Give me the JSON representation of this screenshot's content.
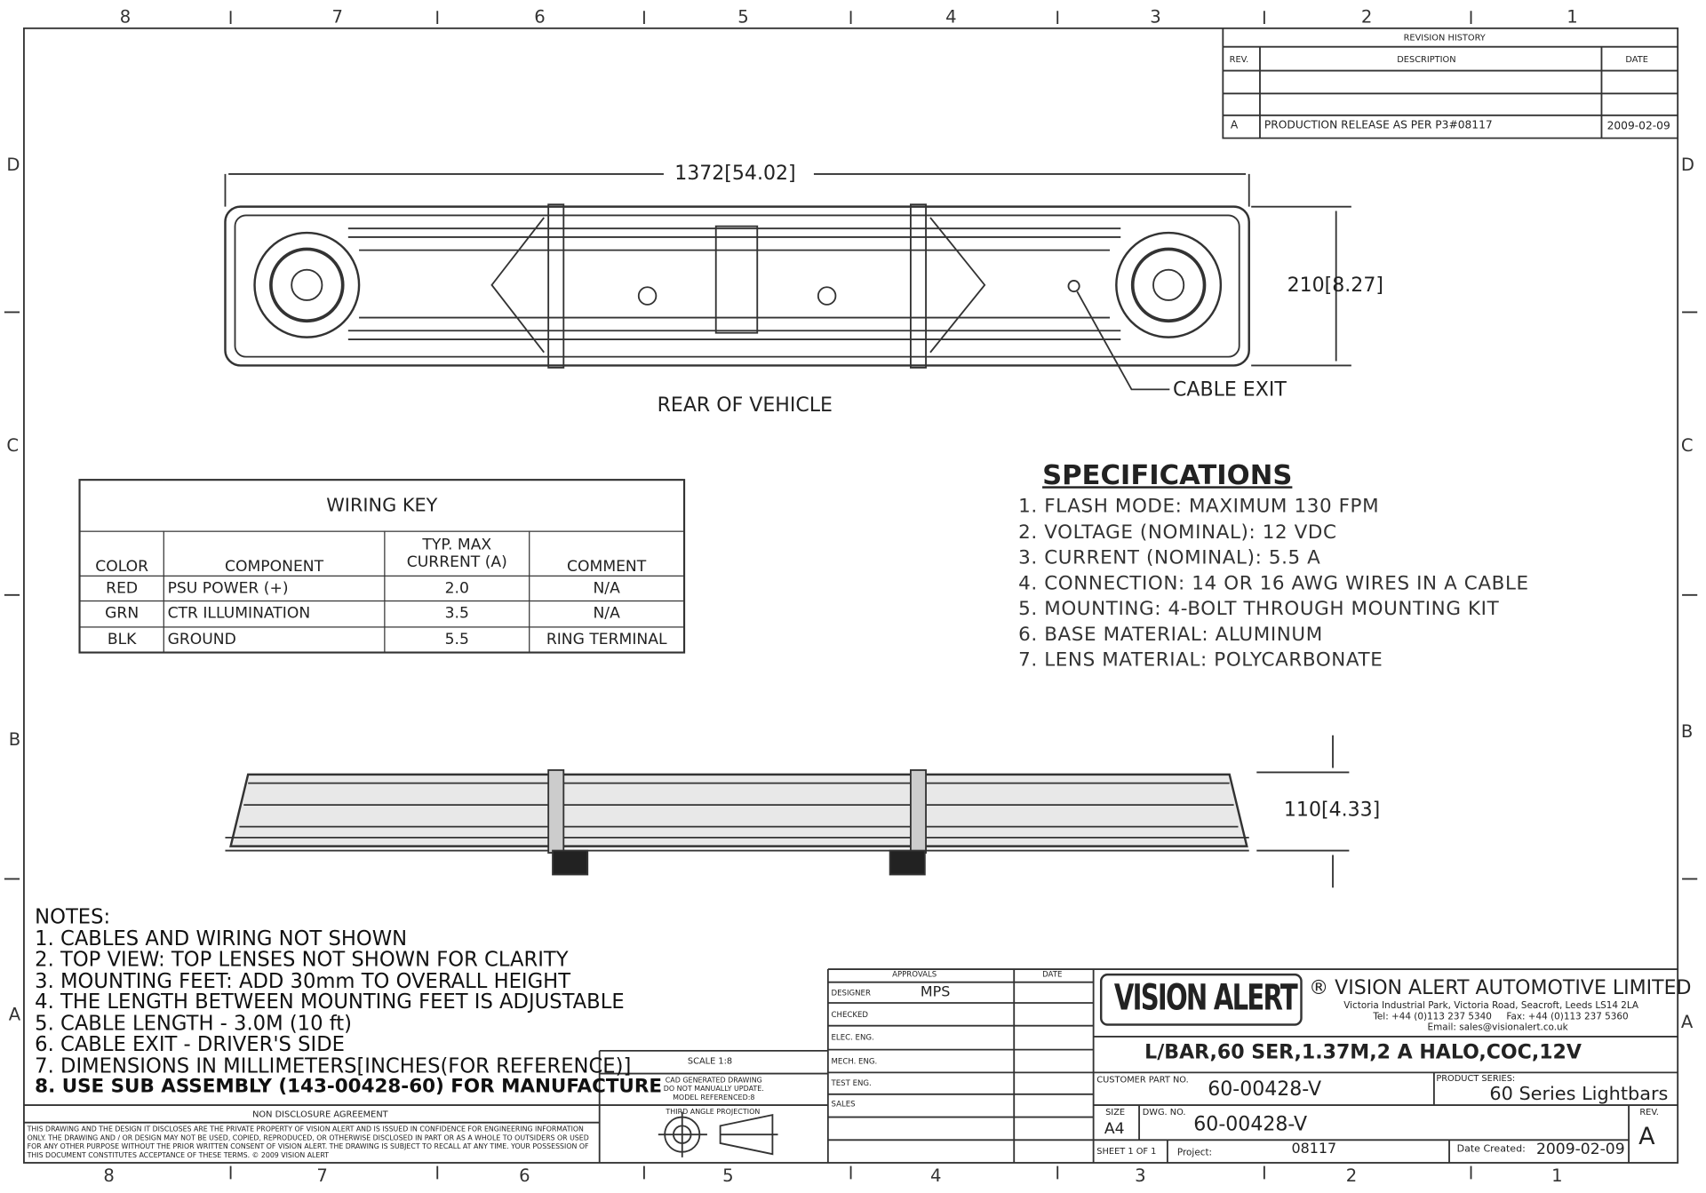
{
  "zones": {
    "columns_top": [
      "8",
      "7",
      "6",
      "5",
      "4",
      "3",
      "2",
      "1"
    ],
    "rows": [
      "D",
      "C",
      "B",
      "A"
    ]
  },
  "revision_history": {
    "title": "REVISION HISTORY",
    "headers": [
      "REV.",
      "DESCRIPTION",
      "DATE"
    ],
    "rows": [
      {
        "rev": "A",
        "description": "PRODUCTION RELEASE AS PER P3#08117",
        "date": "2009-02-09"
      }
    ]
  },
  "top_view": {
    "length_dim": "1372",
    "length_dim_in": "54.02",
    "width_dim": "210",
    "width_dim_in": "8.27",
    "cable_exit": "CABLE EXIT",
    "caption": "REAR OF VEHICLE"
  },
  "side_view": {
    "height_dim": "110",
    "height_dim_in": "4.33"
  },
  "wiring_key": {
    "title": "WIRING KEY",
    "headers": [
      "COLOR",
      "COMPONENT",
      "TYP. MAX",
      "CURRENT (A)",
      "COMMENT"
    ],
    "rows": [
      {
        "color": "RED",
        "component": "PSU POWER (+)",
        "current": "2.0",
        "comment": "N/A"
      },
      {
        "color": "GRN",
        "component": "CTR ILLUMINATION",
        "current": "3.5",
        "comment": "N/A"
      },
      {
        "color": "BLK",
        "component": "GROUND",
        "current": "5.5",
        "comment": "RING TERMINAL"
      }
    ]
  },
  "specifications": {
    "title": "SPECIFICATIONS",
    "items": [
      "1.  FLASH MODE: MAXIMUM 130 FPM",
      "2.  VOLTAGE (NOMINAL): 12 VDC",
      "3.  CURRENT (NOMINAL): 5.5 A",
      "4.  CONNECTION: 14 OR 16 AWG WIRES IN A CABLE",
      "5.  MOUNTING: 4-BOLT THROUGH MOUNTING KIT",
      "6.  BASE MATERIAL: ALUMINUM",
      "7.  LENS MATERIAL: POLYCARBONATE"
    ]
  },
  "notes": {
    "title": "NOTES:",
    "items": [
      "1. CABLES AND WIRING NOT SHOWN",
      "2. TOP VIEW: TOP LENSES NOT SHOWN FOR CLARITY",
      "3. MOUNTING FEET:  ADD 30mm TO OVERALL HEIGHT",
      "4. THE LENGTH BETWEEN MOUNTING FEET IS ADJUSTABLE",
      "5. CABLE LENGTH - 3.0M (10 ft)",
      "6. CABLE EXIT - DRIVER'S SIDE",
      "7. DIMENSIONS IN MILLIMETERS[INCHES(FOR REFERENCE)]"
    ],
    "bold_item": "8. USE SUB ASSEMBLY (143-00428-60) FOR MANUFACTURE"
  },
  "nda": {
    "title": "NON DISCLOSURE AGREEMENT",
    "text": "THIS DRAWING AND THE DESIGN IT DISCLOSES ARE THE PRIVATE PROPERTY OF VISION ALERT AND IS ISSUED IN CONFIDENCE FOR ENGINEERING INFORMATION ONLY. THE DRAWING AND / OR DESIGN MAY NOT BE USED, COPIED, REPRODUCED, OR OTHERWISE DISCLOSED IN PART OR AS A WHOLE TO OUTSIDERS OR USED FOR ANY OTHER PURPOSE WITHOUT THE PRIOR WRITTEN CONSENT OF VISION ALERT. THE DRAWING IS SUBJECT TO RECALL AT ANY TIME. YOUR POSSESSION OF THIS DOCUMENT CONSTITUTES ACCEPTANCE OF THESE TERMS.  © 2009 VISION ALERT"
  },
  "scale_block": {
    "scale": "SCALE 1:8",
    "cad_note": [
      "CAD GENERATED DRAWING",
      "DO NOT MANUALLY UPDATE.",
      "MODEL REFERENCED:8"
    ],
    "projection": "THIRD ANGLE PROJECTION"
  },
  "approvals": {
    "title": "APPROVALS",
    "date_header": "DATE",
    "rows": [
      {
        "role": "DESIGNER",
        "name": "MPS"
      },
      {
        "role": "CHECKED",
        "name": ""
      },
      {
        "role": "ELEC. ENG.",
        "name": ""
      },
      {
        "role": "MECH. ENG.",
        "name": ""
      },
      {
        "role": "TEST ENG.",
        "name": ""
      },
      {
        "role": "SALES",
        "name": ""
      }
    ]
  },
  "title_block": {
    "logo": "VISION ALERT",
    "company": "VISION ALERT AUTOMOTIVE LIMITED",
    "address": "Victoria Industrial Park, Victoria Road, Seacroft, Leeds LS14 2LA",
    "phone": "Tel: +44 (0)113 237 5340     Fax: +44 (0)113 237 5360",
    "email": "Email: sales@visionalert.co.uk",
    "description": "L/BAR,60 SER,1.37M,2 A HALO,COC,12V",
    "customer_part_label": "CUSTOMER PART NO.",
    "customer_part": "60-00428-V",
    "product_series_label": "PRODUCT SERIES:",
    "product_series": "60 Series Lightbars",
    "size_label": "SIZE",
    "size": "A4",
    "dwg_label": "DWG. NO.",
    "dwg_no": "60-00428-V",
    "rev_label": "REV.",
    "rev": "A",
    "sheet": "SHEET 1 OF 1",
    "project_label": "Project:",
    "project": "08117",
    "date_label": "Date Created:",
    "date": "2009-02-09"
  }
}
